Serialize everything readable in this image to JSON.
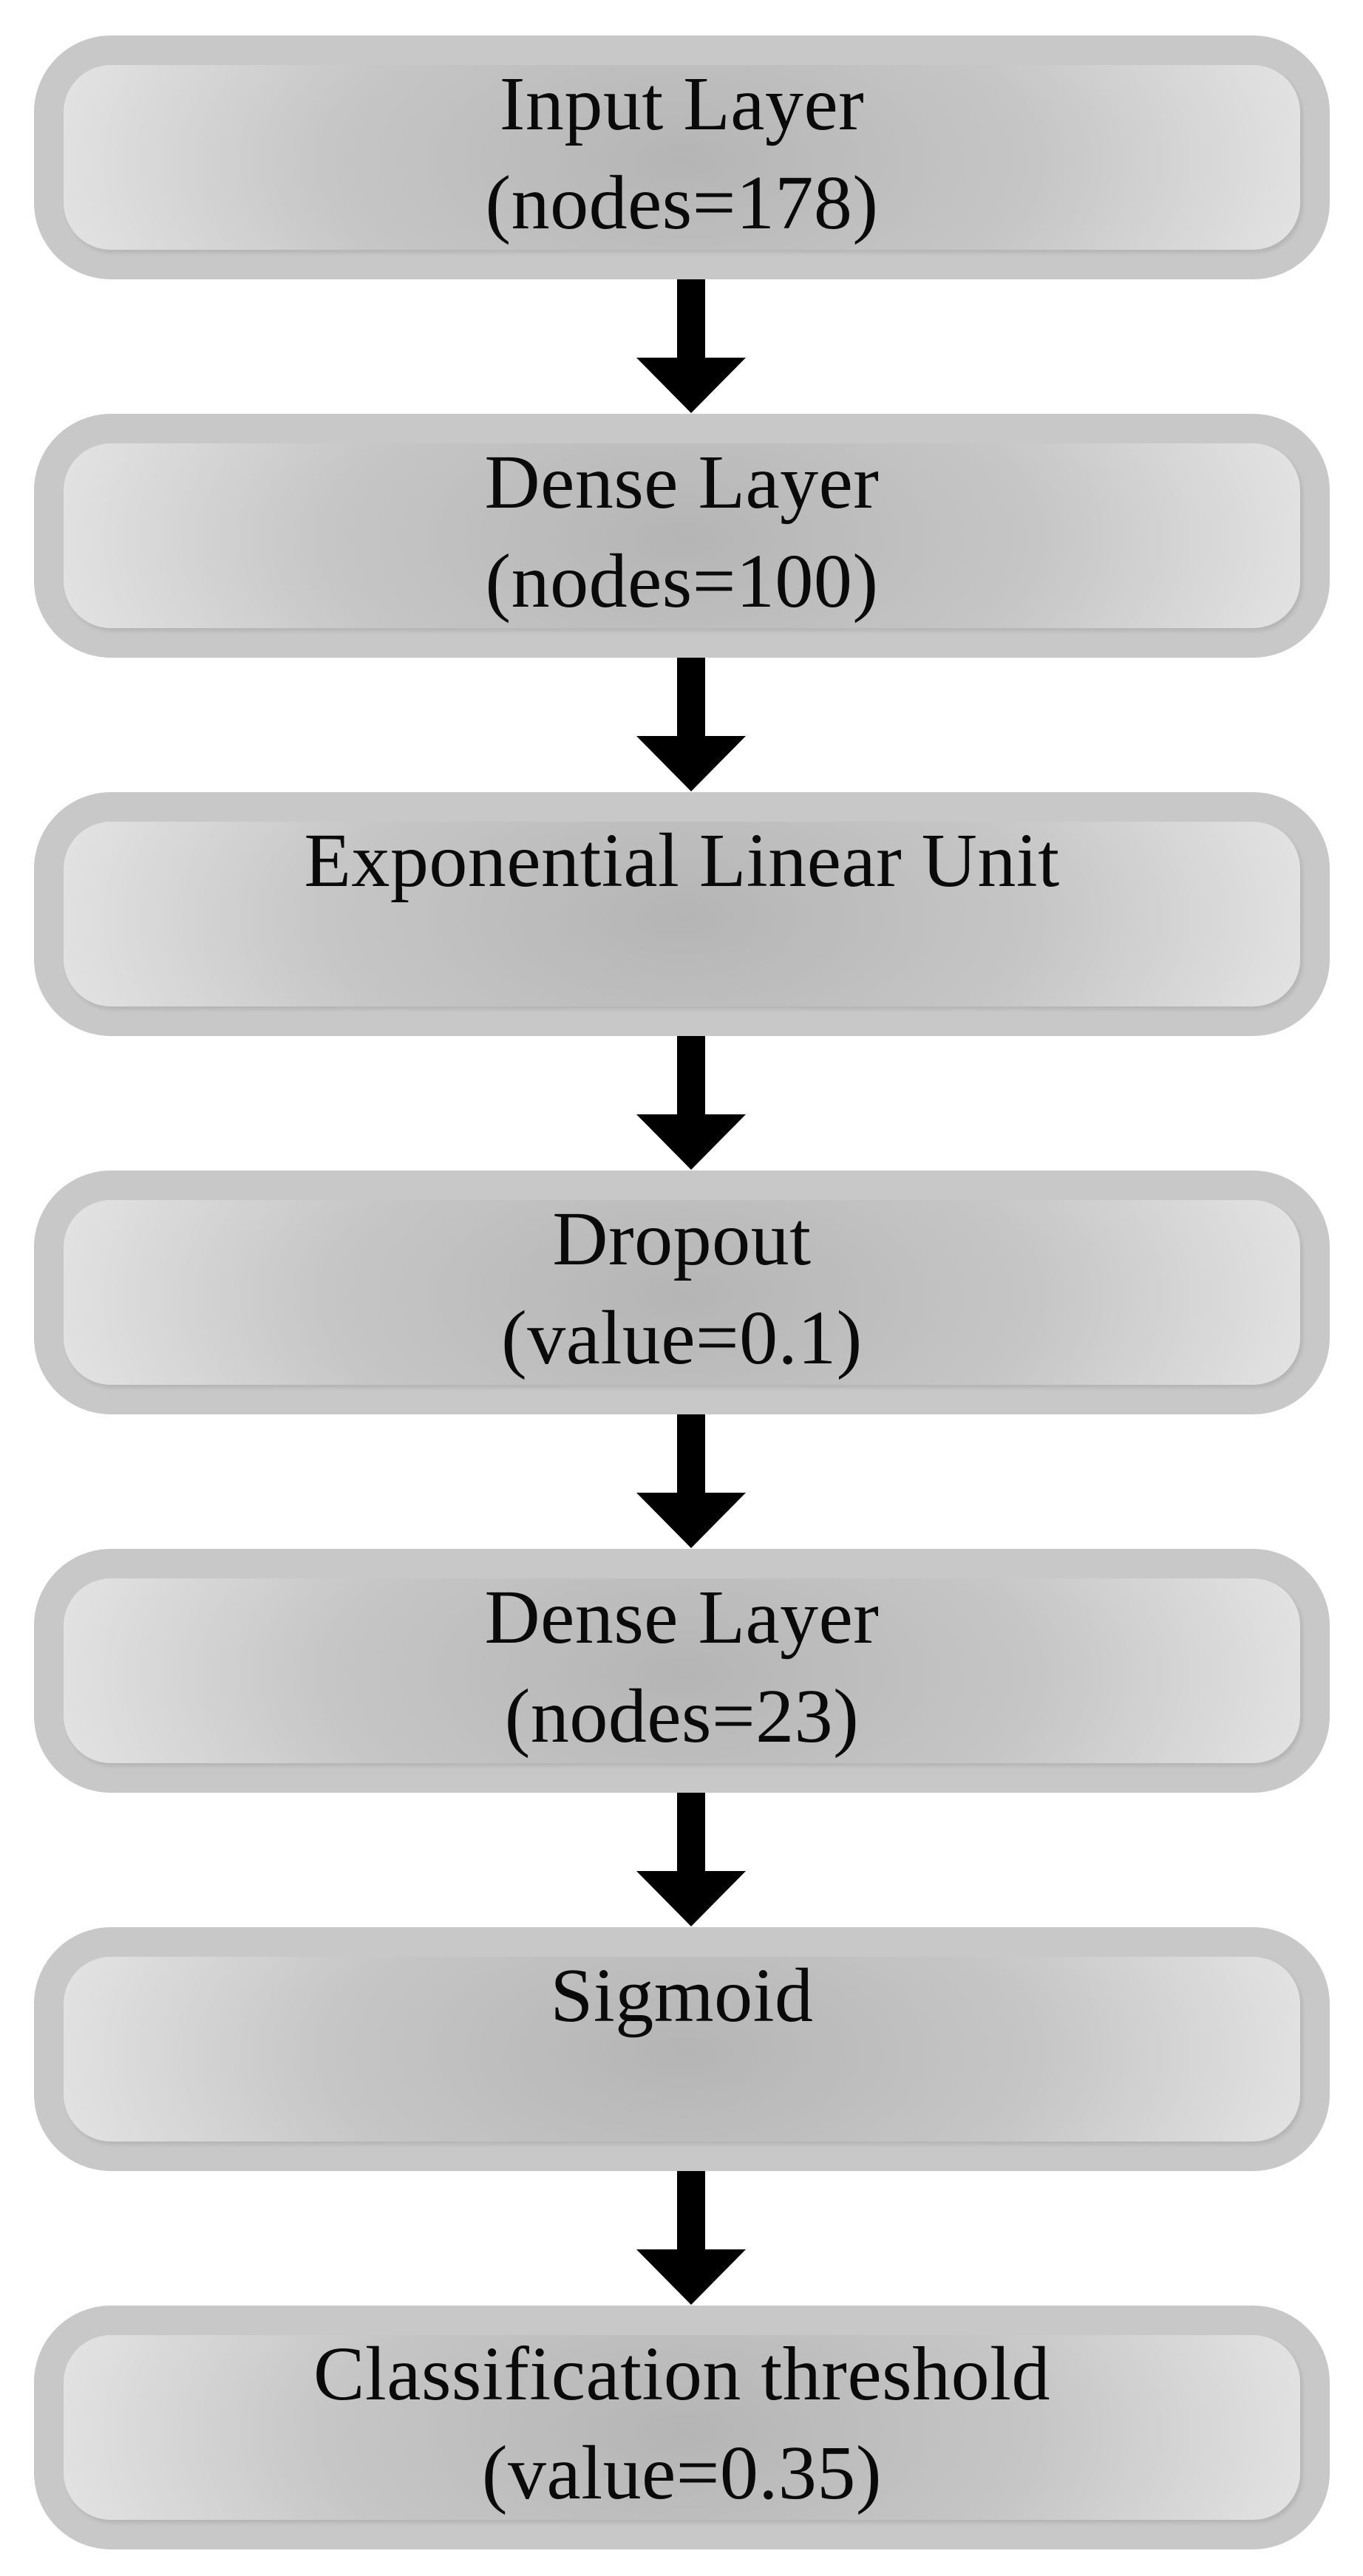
{
  "diagram": {
    "type": "flowchart",
    "direction": "top-to-bottom",
    "background_color": "#ffffff",
    "colors": {
      "bg": "#ffffff",
      "band": "#c8c8c8",
      "grad-center": "#b5b5b5",
      "grad-mid": "#c6c6c6",
      "grad-edge": "#e4e4e4",
      "text": "#0a0a0a",
      "arrow": "#000000"
    },
    "nodes": [
      {
        "id": "input-layer",
        "title": "Input Layer",
        "param": "(nodes=178)"
      },
      {
        "id": "dense-layer-1",
        "title": "Dense Layer",
        "param": "(nodes=100)"
      },
      {
        "id": "elu",
        "title": "Exponential Linear Unit",
        "param": ""
      },
      {
        "id": "dropout",
        "title": "Dropout",
        "param": "(value=0.1)"
      },
      {
        "id": "dense-layer-2",
        "title": "Dense Layer",
        "param": "(nodes=23)"
      },
      {
        "id": "sigmoid",
        "title": "Sigmoid",
        "param": ""
      },
      {
        "id": "classification-threshold",
        "title": "Classification threshold",
        "param": "(value=0.35)"
      }
    ],
    "edges": [
      {
        "from": "input-layer",
        "to": "dense-layer-1",
        "direction": "down"
      },
      {
        "from": "dense-layer-1",
        "to": "elu",
        "direction": "down"
      },
      {
        "from": "elu",
        "to": "dropout",
        "direction": "down"
      },
      {
        "from": "dropout",
        "to": "dense-layer-2",
        "direction": "down"
      },
      {
        "from": "dense-layer-2",
        "to": "sigmoid",
        "direction": "down"
      },
      {
        "from": "sigmoid",
        "to": "classification-threshold",
        "direction": "down"
      }
    ]
  }
}
